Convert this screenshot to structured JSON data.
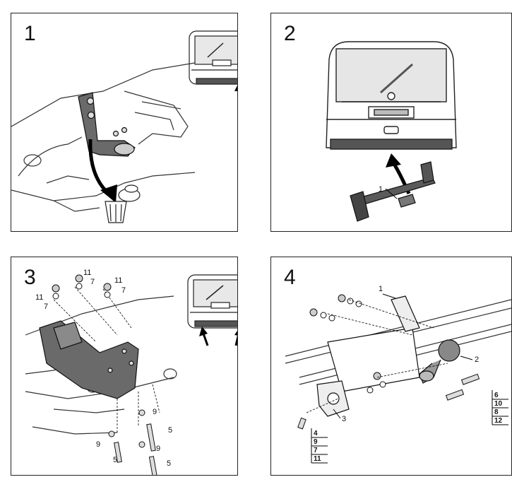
{
  "panels": [
    {
      "step": "1"
    },
    {
      "step": "2",
      "callouts": [
        "1"
      ]
    },
    {
      "step": "3",
      "callouts": [
        "11",
        "7",
        "11",
        "7",
        "11",
        "7",
        "9",
        "5",
        "9",
        "5",
        "9",
        "5"
      ]
    },
    {
      "step": "4",
      "callouts": [
        "1",
        "2",
        "3"
      ],
      "stack_right": [
        "6",
        "10",
        "8",
        "12"
      ],
      "stack_left": [
        "4",
        "9",
        "7",
        "11"
      ]
    }
  ]
}
